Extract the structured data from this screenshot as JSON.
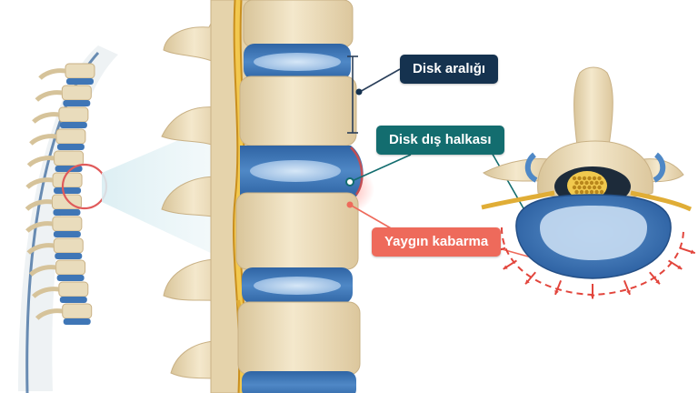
{
  "labels": {
    "disc_space": "Disk aralığı",
    "annulus": "Disk dış halkası",
    "bulge": "Yaygın kabarma"
  },
  "colors": {
    "label_navy": "#15324f",
    "label_teal": "#136d6f",
    "label_coral": "#ee6a5b",
    "bone": "#eddfc0",
    "bone_shade": "#d2bc8c",
    "disc_blue": "#3f76b6",
    "disc_light": "#b8d3ee",
    "nerve_yellow": "#e3b73f",
    "bulge_red": "#e2453c"
  }
}
